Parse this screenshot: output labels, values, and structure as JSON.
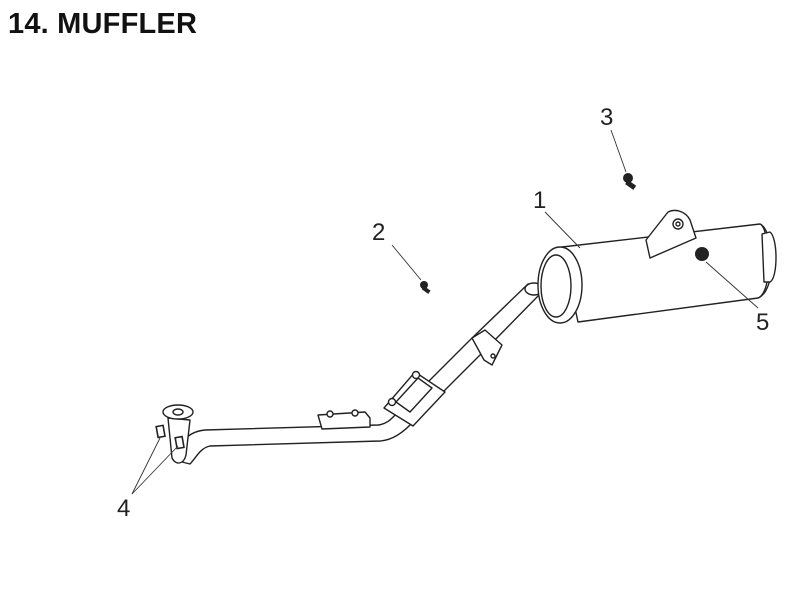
{
  "title": "14. MUFFLER",
  "callouts": [
    {
      "number": "1",
      "part": "muffler"
    },
    {
      "number": "2",
      "part": "bolt"
    },
    {
      "number": "3",
      "part": "bolt"
    },
    {
      "number": "4",
      "part": "gasket"
    },
    {
      "number": "5",
      "part": "nut"
    }
  ]
}
